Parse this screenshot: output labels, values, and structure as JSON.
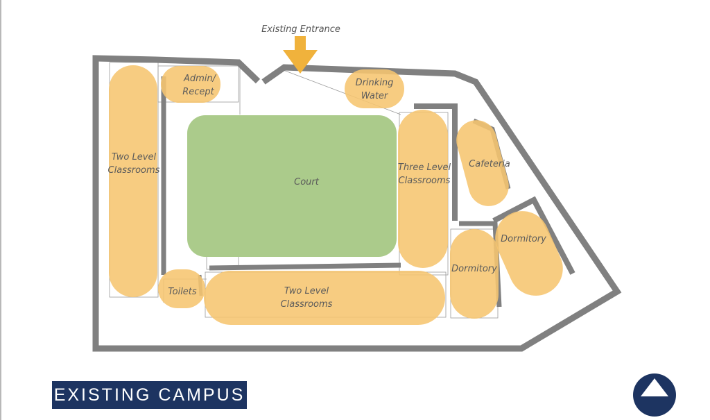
{
  "title": "EXISTING CAMPUS",
  "entrance": {
    "label": "Existing Entrance"
  },
  "zones": {
    "two_level_classrooms_west": {
      "line1": "Two Level",
      "line2": "Classrooms"
    },
    "admin_recept": {
      "line1": "Admin/",
      "line2": "Recept"
    },
    "drinking_water": {
      "line1": "Drinking",
      "line2": "Water"
    },
    "court": {
      "label": "Court"
    },
    "three_level_classrooms": {
      "line1": "Three Level",
      "line2": "Classrooms"
    },
    "cafeteria": {
      "label": "Cafeteria"
    },
    "dormitory_east": {
      "label": "Dormitory"
    },
    "dormitory_middle": {
      "label": "Dormitory"
    },
    "toilets": {
      "label": "Toilets"
    },
    "two_level_classrooms_south": {
      "line1": "Two Level",
      "line2": "Classrooms"
    }
  },
  "colors": {
    "building_zone": "#f6c56f",
    "court": "#abcb8b",
    "walls": "#808080",
    "arrow": "#f0b23c",
    "caption_bg": "#1d3461",
    "logo": "#1d3461"
  },
  "logo_icon": "triangle-in-circle-logo-icon"
}
